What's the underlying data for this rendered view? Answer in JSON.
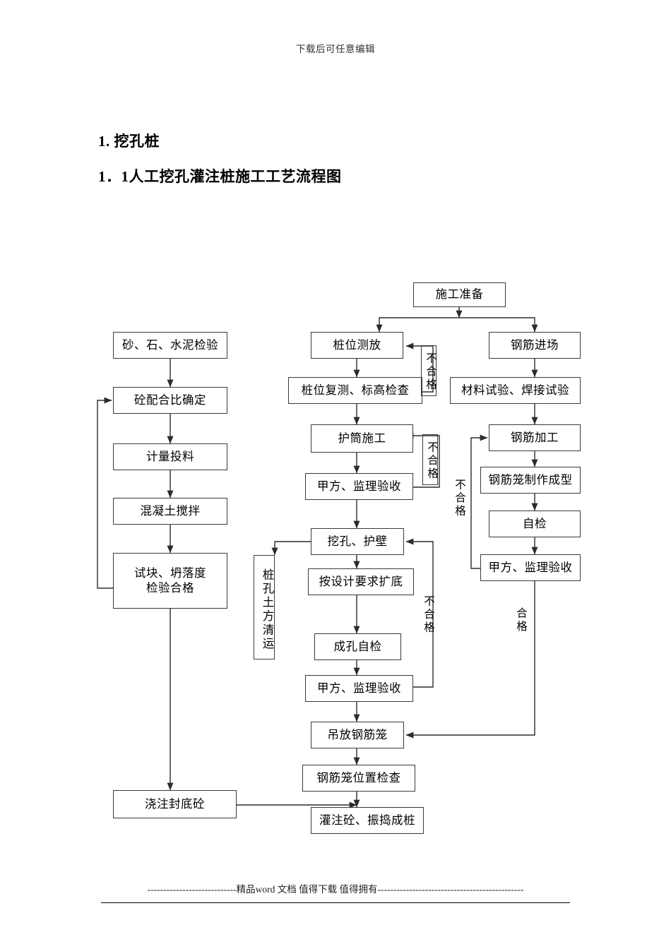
{
  "document": {
    "header_note": "下载后可任意编辑",
    "heading_1": "1. 挖孔桩",
    "heading_2": "1．1人工挖孔灌注桩施工工艺流程图",
    "footer_text": "----------------------------精品word 文档 值得下载 值得拥有----------------------------------------------"
  },
  "chart_data": {
    "type": "diagram",
    "title": "人工挖孔灌注桩施工工艺流程图",
    "nodes": {
      "prep": "施工准备",
      "pile_survey": "桩位测放",
      "pile_recheck": "桩位复测、标高检查",
      "casing": "护筒施工",
      "accept1": "甲方、监理验收",
      "excavate": "挖孔、护壁",
      "enlarge": "按设计要求扩底",
      "self_check_hole": "成孔自检",
      "accept2": "甲方、监理验收",
      "lower_cage": "吊放钢筋笼",
      "cage_position": "钢筋笼位置检查",
      "pour_pile": "灌注砼、振捣成桩",
      "soil_removal": "桩孔土方清运",
      "material_test": "砂、石、水泥检验",
      "mix_ratio": "砼配合比确定",
      "batching": "计量投料",
      "mixing": "混凝土搅拌",
      "slump_test": "试块、坍落度\n检验合格",
      "slump_test_l1": "试块、坍落度",
      "slump_test_l2": "检验合格",
      "seal_pour": "浇注封底砼",
      "rebar_arrival": "钢筋进场",
      "rebar_tests": "材料试验、焊接试验",
      "rebar_process": "钢筋加工",
      "cage_fabricate": "钢筋笼制作成型",
      "self_check_cage": "自检",
      "accept3": "甲方、监理验收"
    },
    "edge_labels": {
      "fail_survey": "不合格",
      "fail_casing": "不合格",
      "fail_hole": "不合格",
      "fail_cage": "不合格",
      "pass_cage": "合格"
    }
  }
}
